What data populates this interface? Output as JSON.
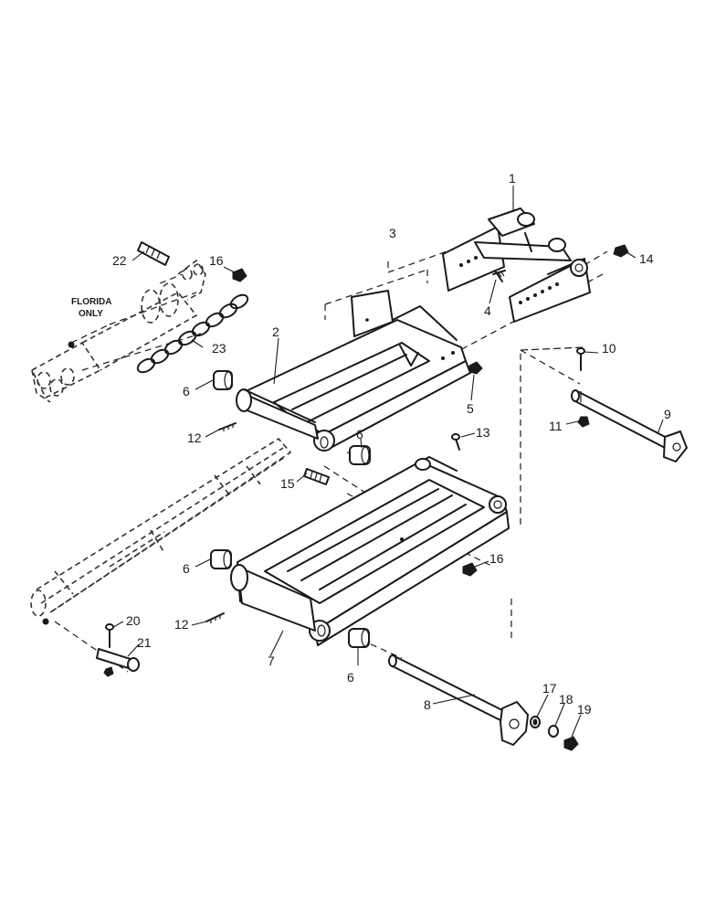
{
  "note": {
    "line1": "FLORIDA",
    "line2": "ONLY"
  },
  "callouts": {
    "p1": "1",
    "p2": "2",
    "p3": "3",
    "p4": "4",
    "p5": "5",
    "p6a": "6",
    "p6b": "6",
    "p6c": "6",
    "p6d": "6",
    "p7": "7",
    "p8": "8",
    "p9": "9",
    "p10": "10",
    "p11": "11",
    "p12a": "12",
    "p12b": "12",
    "p13": "13",
    "p14": "14",
    "p15": "15",
    "p16a": "16",
    "p16b": "16",
    "p17": "17",
    "p18": "18",
    "p19": "19",
    "p20": "20",
    "p21": "21",
    "p22": "22",
    "p23": "23"
  }
}
